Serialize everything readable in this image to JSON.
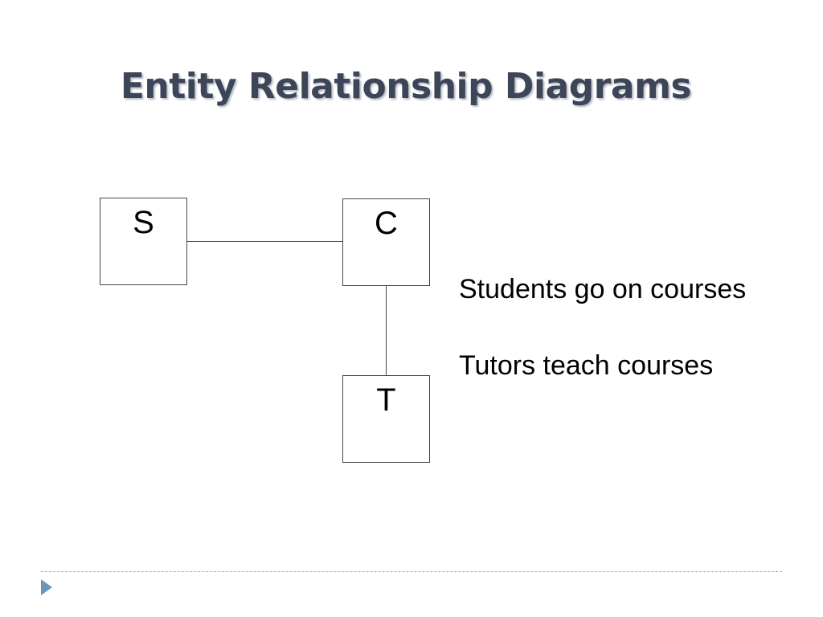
{
  "slide": {
    "title": "Entity Relationship Diagrams"
  },
  "diagram": {
    "entities": [
      {
        "id": "S",
        "label": "S"
      },
      {
        "id": "C",
        "label": "C"
      },
      {
        "id": "T",
        "label": "T"
      }
    ],
    "relationships": [
      {
        "from": "S",
        "to": "C"
      },
      {
        "from": "C",
        "to": "T"
      }
    ]
  },
  "descriptions": [
    "Students go on courses",
    "Tutors teach courses"
  ],
  "colors": {
    "title": "#3c4658",
    "accent": "#6f97b5",
    "footer_rule": "#9ab4c8"
  },
  "icons": {
    "footer_marker": "triangle-right-icon"
  }
}
